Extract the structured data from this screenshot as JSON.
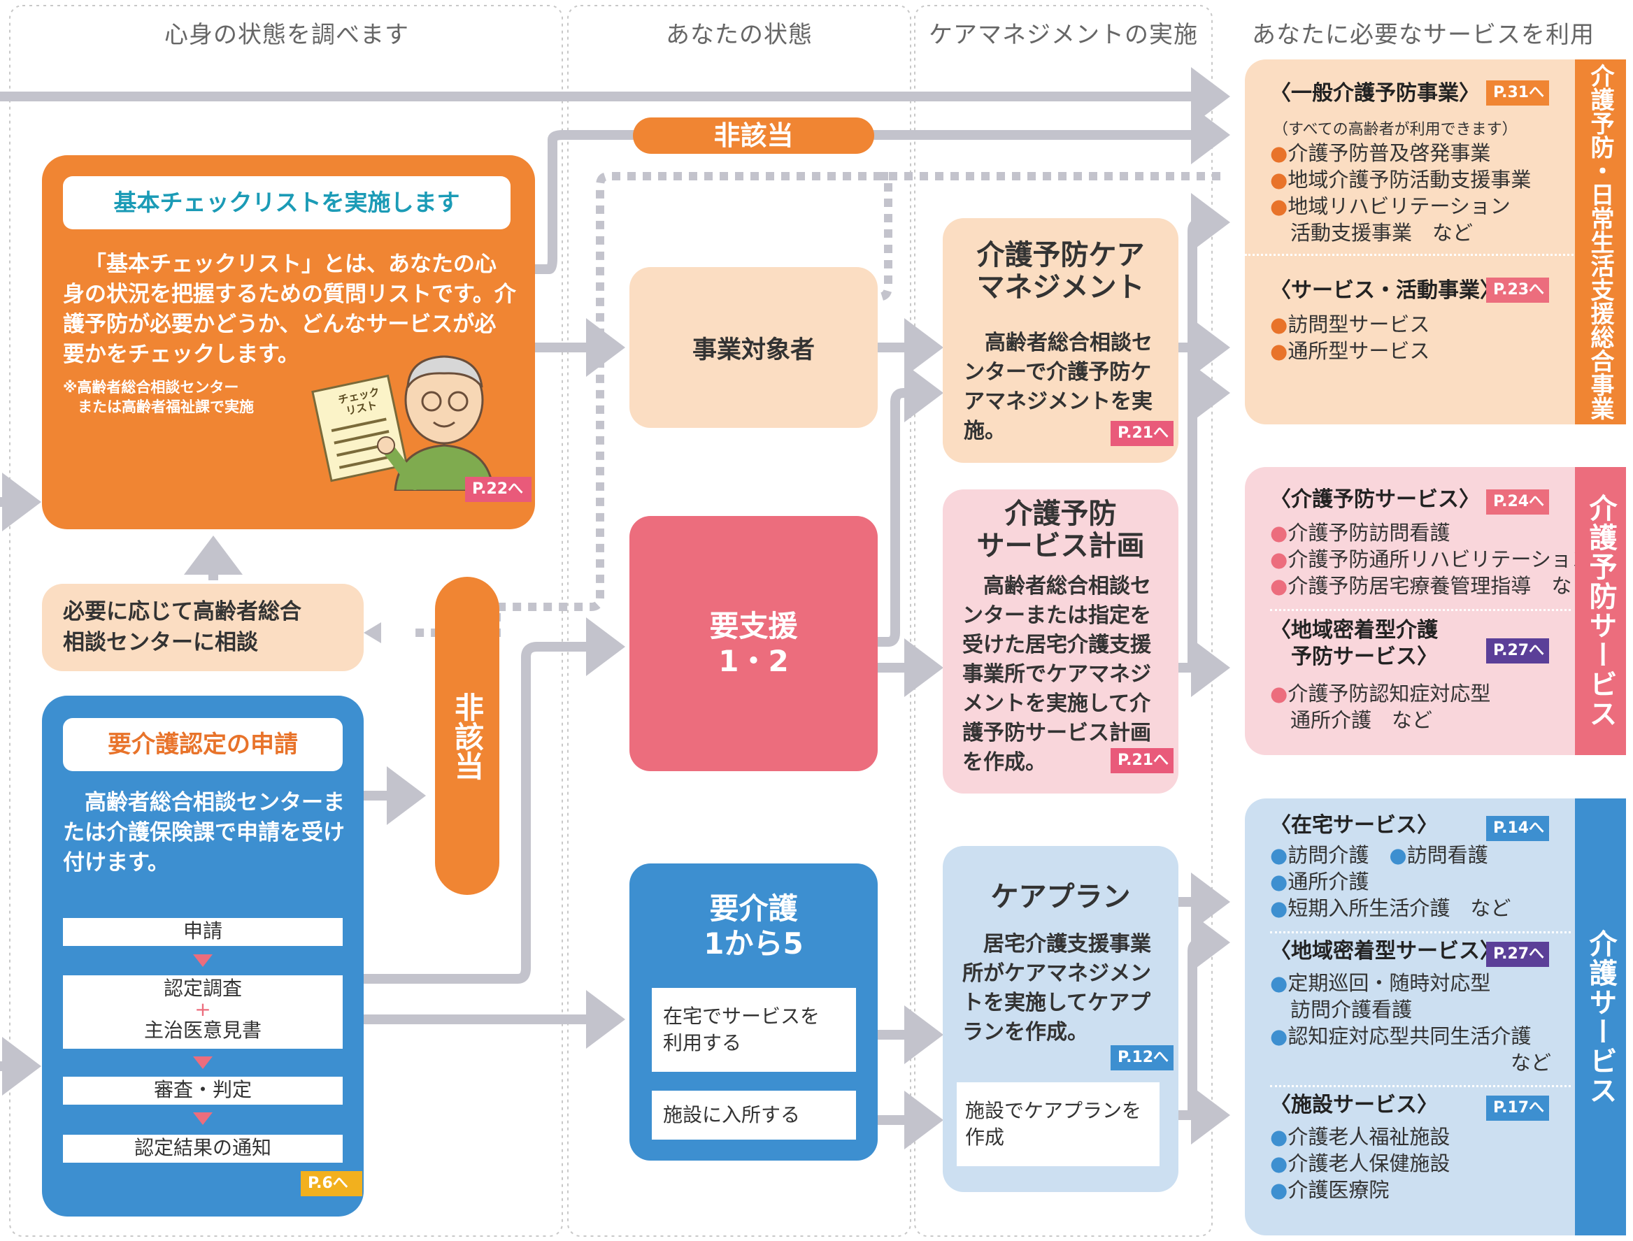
{
  "columns": [
    "心身の状態を調べます",
    "あなたの状態",
    "ケアマネジメントの実施",
    "あなたに必要なサービスを利用"
  ],
  "checklist": {
    "title": "基本チェックリストを実施します",
    "body": "「基本チェックリスト」とは、あなたの心身の状況を把握するための質問リストです。介護予防が必要かどうか、どんなサービスが必要かをチェックします。",
    "note": "※高齢者総合相談センター\n　または高齢者福祉課で実施",
    "sheet_label": "チェック\nリスト",
    "page": "P.22へ"
  },
  "consult": {
    "text": "必要に応じて高齢者総合\n相談センターに相談"
  },
  "application": {
    "title": "要介護認定の申請",
    "body": "高齢者総合相談センターまたは介護保険課で申請を受け付けます。",
    "steps": [
      "申請",
      "認定調査",
      "主治医意見書",
      "審査・判定",
      "認定結果の通知"
    ],
    "plus": "+",
    "page": "P.6へ"
  },
  "higaito_top": "非該当",
  "higaito_vertical": "非該当",
  "status": {
    "jigyo": "事業対象者",
    "yoshien": "要支援\n1・2",
    "yokaigo": "要介護\n1から5",
    "zaitaku": "在宅でサービスを\n利用する",
    "shisetsu": "施設に入所する"
  },
  "caremgmt": {
    "yobo_cm": {
      "title": "介護予防ケア\nマネジメント",
      "body": "高齢者総合相談センターで介護予防ケアマネジメントを実施。",
      "page": "P.21へ"
    },
    "yobo_plan": {
      "title": "介護予防\nサービス計画",
      "body": "高齢者総合相談センターまたは指定を受けた居宅介護支援事業所でケアマネジメントを実施して介護予防サービス計画を作成。",
      "page": "P.21へ"
    },
    "careplan": {
      "title": "ケアプラン",
      "body": "居宅介護支援事業所がケアマネジメントを実施してケアプランを作成。",
      "page": "P.12へ",
      "shisetsu": "施設でケアプランを\n作成"
    }
  },
  "services": {
    "sogo_tab": "介護予防・日常生活支援総合事業",
    "yobo_tab": "介護予防サービス",
    "kaigo_tab": "介護サービス",
    "ippan": {
      "head": "〈一般介護予防事業〉",
      "sub": "（すべての高齢者が利用できます）",
      "page": "P.31へ",
      "items": [
        "●介護予防普及啓発事業",
        "●地域介護予防活動支援事業",
        "●地域リハビリテーション\n　活動支援事業　など"
      ]
    },
    "service_katsudo": {
      "head": "〈サービス・活動事業〉",
      "page": "P.23へ",
      "items": [
        "●訪問型サービス",
        "●通所型サービス"
      ]
    },
    "yobo_service": {
      "head": "〈介護予防サービス〉",
      "page": "P.24へ",
      "items": [
        "●介護予防訪問看護",
        "●介護予防通所リハビリテーション",
        "●介護予防居宅療養管理指導　など"
      ]
    },
    "chiiki_yobo": {
      "head": "〈地域密着型介護\n　予防サービス〉",
      "page": "P.27へ",
      "items": [
        "●介護予防認知症対応型\n　通所介護　など"
      ]
    },
    "zaitaku": {
      "head": "〈在宅サービス〉",
      "page": "P.14へ",
      "items": [
        "●訪問介護　●訪問看護",
        "●通所介護",
        "●短期入所生活介護　など"
      ]
    },
    "chiiki": {
      "head": "〈地域密着型サービス〉",
      "page": "P.27へ",
      "items": [
        "●定期巡回・随時対応型\n　訪問介護看護",
        "●認知症対応型共同生活介護",
        "など"
      ]
    },
    "shisetsu": {
      "head": "〈施設サービス〉",
      "page": "P.17へ",
      "items": [
        "●介護老人福祉施設",
        "●介護老人保健施設",
        "●介護医療院"
      ]
    }
  },
  "colors": {
    "orange": "#f08533",
    "pink": "#ec6d7d",
    "blue": "#3d8fd0",
    "arrow": "#c3c3cc",
    "purple": "#5b3f98",
    "yellow": "#f2b01e"
  }
}
